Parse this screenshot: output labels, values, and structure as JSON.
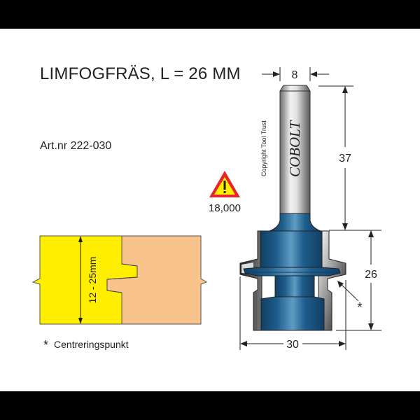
{
  "header": {
    "title": "LIMFOGFRÄS, L = 26 MM",
    "article_number": "Art.nr 222-030"
  },
  "warning": {
    "icon": "warning-triangle-icon",
    "rpm": "18,000",
    "colors": {
      "border": "#e8232a",
      "fill": "#ffee00",
      "mark": "#222222"
    }
  },
  "tool": {
    "brand": "COBOLT",
    "copyright": "Copyright Tool Trust",
    "colors": {
      "body": "#1f5f8f",
      "shank": "#b0b0b0",
      "cutter": "#111111"
    }
  },
  "dimensions": {
    "shank_diameter": "8",
    "shank_length": "37",
    "cutting_length": "26",
    "cutting_diameter": "30",
    "center_marker": "*"
  },
  "workpiece": {
    "thickness_label": "12 - 25mm",
    "colors": {
      "left": "#ffee00",
      "right": "#f8c48c",
      "outline": "#555555"
    }
  },
  "legend": {
    "symbol": "*",
    "text": "Centreringspunkt"
  }
}
